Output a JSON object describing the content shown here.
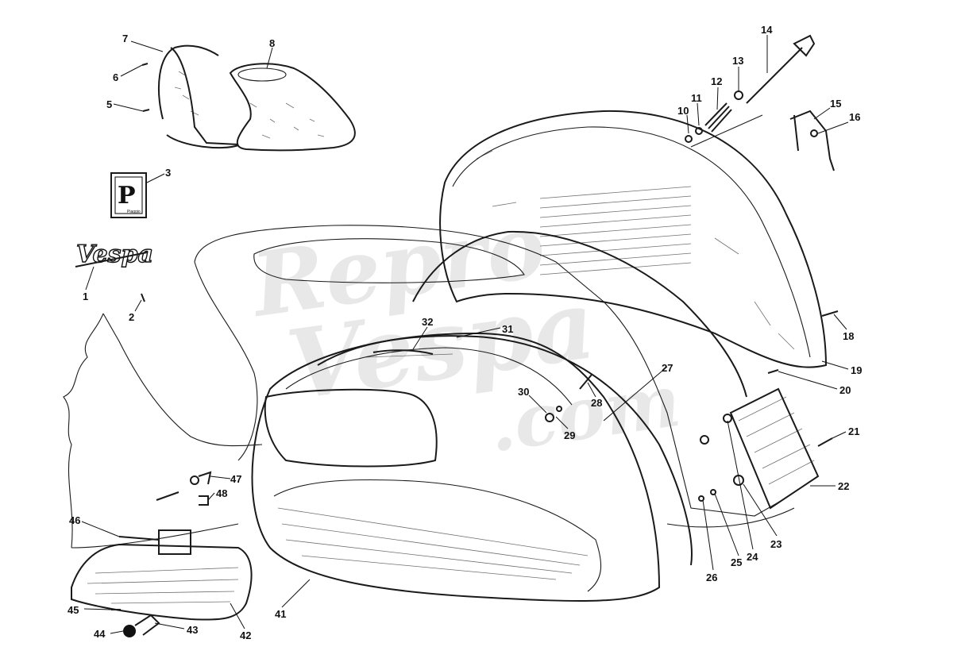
{
  "watermark": {
    "line1": "Repro",
    "line2": "Vespa",
    "line3": ".com"
  },
  "badge_text": "Piaggio",
  "emblem_text": "Vespa",
  "callouts": [
    {
      "n": "1"
    },
    {
      "n": "2"
    },
    {
      "n": "3"
    },
    {
      "n": "5"
    },
    {
      "n": "6"
    },
    {
      "n": "7"
    },
    {
      "n": "8"
    },
    {
      "n": "10"
    },
    {
      "n": "11"
    },
    {
      "n": "12"
    },
    {
      "n": "13"
    },
    {
      "n": "14"
    },
    {
      "n": "15"
    },
    {
      "n": "16"
    },
    {
      "n": "18"
    },
    {
      "n": "19"
    },
    {
      "n": "20"
    },
    {
      "n": "21"
    },
    {
      "n": "22"
    },
    {
      "n": "23"
    },
    {
      "n": "24"
    },
    {
      "n": "25"
    },
    {
      "n": "26"
    },
    {
      "n": "27"
    },
    {
      "n": "28"
    },
    {
      "n": "29"
    },
    {
      "n": "30"
    },
    {
      "n": "31"
    },
    {
      "n": "32"
    },
    {
      "n": "41"
    },
    {
      "n": "42"
    },
    {
      "n": "43"
    },
    {
      "n": "44"
    },
    {
      "n": "45"
    },
    {
      "n": "46"
    },
    {
      "n": "47"
    },
    {
      "n": "48"
    }
  ]
}
